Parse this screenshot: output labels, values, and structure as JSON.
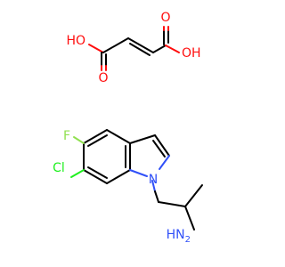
{
  "atoms": {
    "ho_left": "HO",
    "o_left": "O",
    "o_right": "O",
    "oh_right": "OH",
    "f": "F",
    "cl": "Cl",
    "n_ring": "N",
    "nh2_n": "N",
    "nh2_h": "H",
    "nh2_2": "2"
  },
  "colors": {
    "oxygen": "#ff0d0d",
    "nitrogen": "#3050f8",
    "fluorine": "#90e050",
    "chlorine": "#1ff01f",
    "carbon": "#000000"
  }
}
